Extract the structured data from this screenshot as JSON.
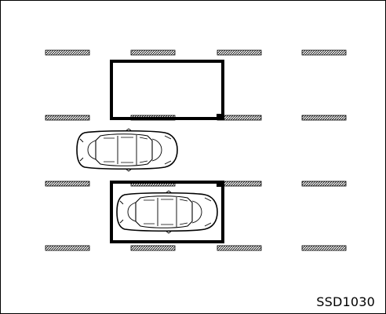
{
  "figure": {
    "code": "SSD1030"
  },
  "scene": {
    "space_rows": 4,
    "space_columns": 4,
    "target_spaces": [
      {
        "name": "empty-target-space",
        "row": 0,
        "column": 1,
        "occupied": false
      },
      {
        "name": "occupied-target-space",
        "row": 2,
        "column": 1,
        "occupied": true
      }
    ],
    "vehicles": [
      {
        "name": "approaching-car",
        "facing": "right",
        "state": "approaching"
      },
      {
        "name": "parked-car",
        "facing": "right",
        "state": "parked"
      }
    ]
  },
  "colors": {
    "line": "#000000",
    "background": "#ffffff",
    "hatch": "#000000"
  }
}
